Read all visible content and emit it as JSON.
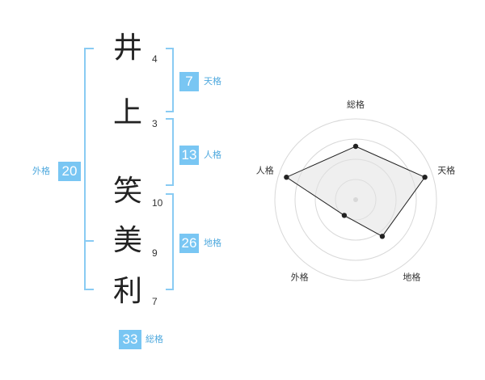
{
  "name": {
    "chars": [
      {
        "char": "井",
        "strokes": "4"
      },
      {
        "char": "上",
        "strokes": "3"
      },
      {
        "char": "笑",
        "strokes": "10"
      },
      {
        "char": "美",
        "strokes": "9"
      },
      {
        "char": "利",
        "strokes": "7"
      }
    ]
  },
  "fortunes": {
    "ten": {
      "value": "7",
      "label": "天格"
    },
    "jin": {
      "value": "13",
      "label": "人格"
    },
    "chi": {
      "value": "26",
      "label": "地格"
    },
    "gai": {
      "value": "20",
      "label": "外格"
    },
    "sou": {
      "value": "33",
      "label": "総格"
    }
  },
  "colors": {
    "accent": "#79c6f3",
    "bracket": "#89cbf3"
  },
  "chart_data": {
    "type": "radar",
    "axes": [
      "総格",
      "天格",
      "地格",
      "外格",
      "人格"
    ],
    "max": 5,
    "rings": 4,
    "values": [
      3.3,
      4.5,
      2.8,
      1.2,
      4.5
    ]
  }
}
